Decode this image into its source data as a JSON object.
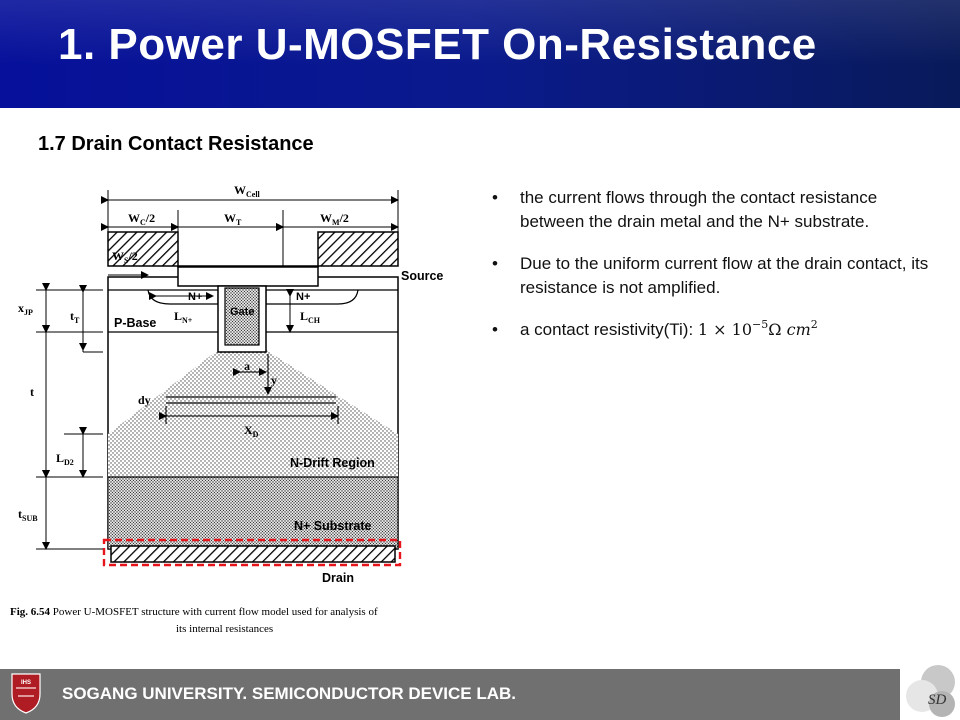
{
  "slide": {
    "title": "1. Power U-MOSFET On-Resistance",
    "section_title": "1.7 Drain Contact Resistance",
    "bullets": [
      {
        "text": "the current flows through the contact resistance between the drain metal and the N+ substrate."
      },
      {
        "text": "Due to the uniform current flow at the drain contact, its resistance is not amplified."
      },
      {
        "text": "a contact resistivity(Ti): ",
        "math_coeff": "1 × 10",
        "math_exp": "−5",
        "math_unit": "Ω ",
        "math_unit_var": "cm",
        "math_unit_exp": "2"
      }
    ],
    "bullet_symbol": "•"
  },
  "figure": {
    "labels": {
      "w_cell": "W",
      "w_cell_sub": "Cell",
      "w_c": "W",
      "w_c_sub": "C",
      "w_c_tail": "/2",
      "w_t": "W",
      "w_t_sub": "T",
      "w_m": "W",
      "w_m_sub": "M",
      "w_m_tail": "/2",
      "w_s": "W",
      "w_s_sub": "S",
      "w_s_tail": "/2",
      "source": "Source",
      "x_jp": "x",
      "x_jp_sub": "JP",
      "t_t": "t",
      "t_t_sub": "T",
      "n_plus_left": "N+",
      "n_plus_right": "N+",
      "gate": "Gate",
      "l_n": "L",
      "l_n_sub": "N+",
      "l_ch": "L",
      "l_ch_sub": "CH",
      "p_base": "P-Base",
      "t": "t",
      "a": "a",
      "y": "y",
      "dy": "dy",
      "x_d": "X",
      "x_d_sub": "D",
      "l_d2": "L",
      "l_d2_sub": "D2",
      "n_drift": "N-Drift Region",
      "t_sub": "t",
      "t_sub_sub": "SUB",
      "n_substrate": "N+ Substrate",
      "drain": "Drain"
    },
    "caption_bold": "Fig. 6.54",
    "caption_line1": " Power U-MOSFET structure with current flow model used for analysis of",
    "caption_line2": "its internal resistances",
    "highlight_color": "#e8141c"
  },
  "footer": {
    "text": "SOGANG UNIVERSITY. SEMICONDUCTOR DEVICE LAB.",
    "univ_logo_text": "IHS",
    "lab_logo_text": "SD",
    "bar_color": "#707070"
  },
  "colors": {
    "header_blue": "#0a1a8c",
    "accent_red": "#e8141c"
  }
}
